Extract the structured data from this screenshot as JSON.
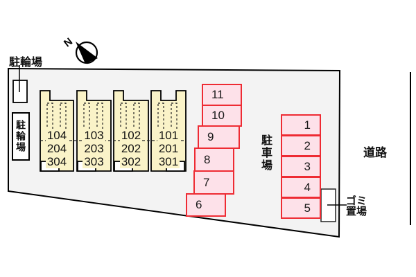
{
  "site": {
    "labels": {
      "bicycle_top": "駐輪場",
      "bicycle_side": "駐輪場",
      "parking_area": "駐車場",
      "road": "道路",
      "garbage_line1": "ゴミ",
      "garbage_line2": "置場"
    },
    "compass": {
      "north_label": "N"
    }
  },
  "building": {
    "units": [
      {
        "rooms": [
          "104",
          "204",
          "304"
        ]
      },
      {
        "rooms": [
          "103",
          "203",
          "303"
        ]
      },
      {
        "rooms": [
          "102",
          "202",
          "302"
        ]
      },
      {
        "rooms": [
          "101",
          "201",
          "301"
        ]
      }
    ]
  },
  "parking": {
    "middle_spaces": [
      "11",
      "10",
      "9",
      "8",
      "7",
      "6"
    ],
    "right_spaces": [
      "1",
      "2",
      "3",
      "4",
      "5"
    ]
  },
  "colors": {
    "site_fill": "#f3f3f3",
    "building_fill": "#faf3c8",
    "space_fill": "#fde1e9",
    "space_border": "#ee2b33"
  }
}
